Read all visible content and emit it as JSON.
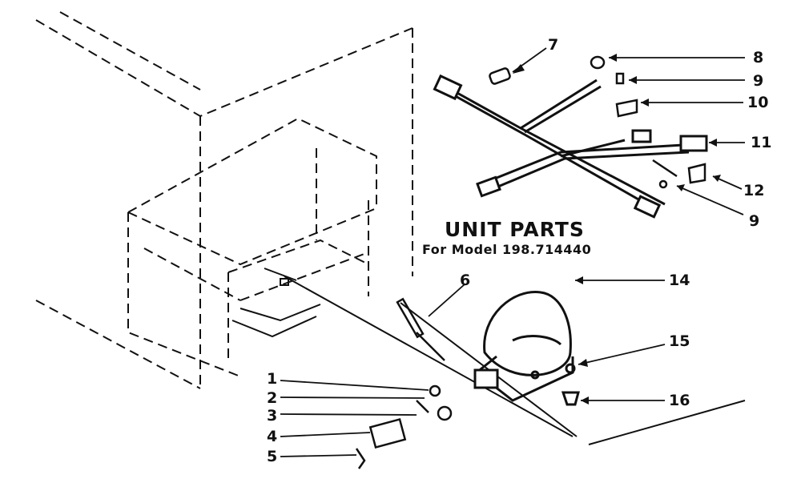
{
  "diagram": {
    "title": "UNIT PARTS",
    "subtitle": "For Model 198.714440",
    "callouts": [
      "1",
      "2",
      "3",
      "4",
      "5",
      "6",
      "7",
      "8",
      "9",
      "10",
      "11",
      "12",
      "9",
      "14",
      "15",
      "16"
    ]
  },
  "colors": {
    "ink": "#111111",
    "paper": "#ffffff"
  }
}
